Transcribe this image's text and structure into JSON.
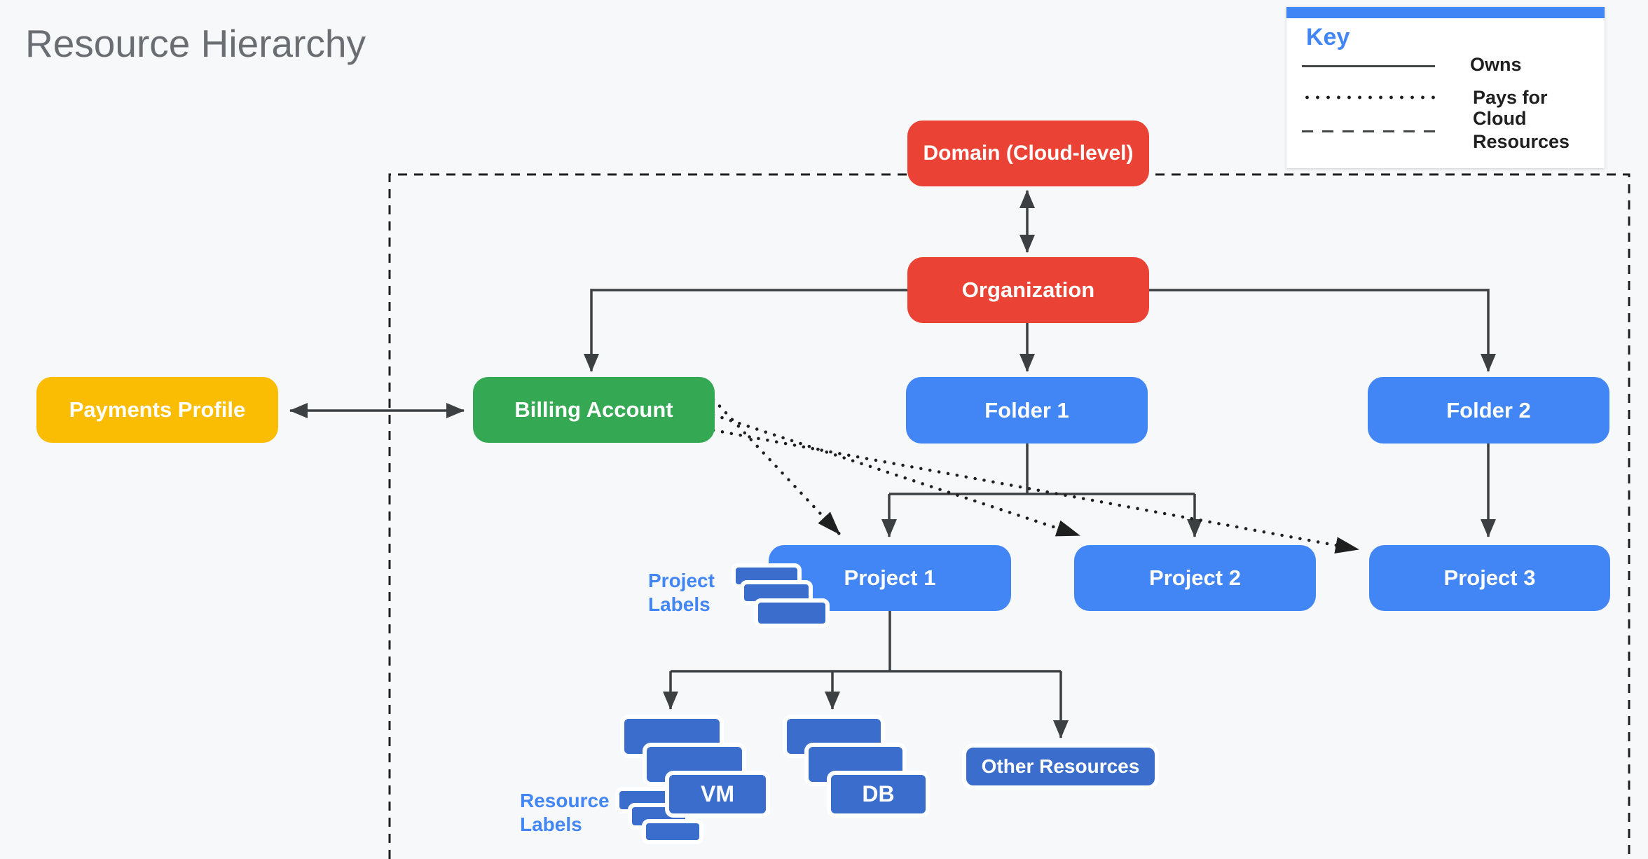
{
  "title": "Resource Hierarchy",
  "key": {
    "title": "Key",
    "items": [
      {
        "style": "solid",
        "label": "Owns"
      },
      {
        "style": "dotted",
        "label": "Pays for"
      },
      {
        "style": "dashed",
        "label": "Cloud Resources"
      }
    ]
  },
  "nodes": {
    "domain": "Domain (Cloud-level)",
    "organization": "Organization",
    "payments_profile": "Payments Profile",
    "billing_account": "Billing Account",
    "folder1": "Folder 1",
    "folder2": "Folder 2",
    "project1": "Project 1",
    "project2": "Project 2",
    "project3": "Project 3",
    "vm": "VM",
    "db": "DB",
    "other_resources": "Other Resources"
  },
  "annotations": {
    "project_labels": "Project Labels",
    "resource_labels": "Resource Labels"
  },
  "colors": {
    "background": "#F7F8FA",
    "red": "#EA4335",
    "blue": "#4285F4",
    "dark_blue": "#3B6DCC",
    "green": "#34A853",
    "yellow": "#FBBC04",
    "title_gray": "#6A6E73",
    "connector": "#3C4043",
    "boundary": "#1F1F1F"
  }
}
